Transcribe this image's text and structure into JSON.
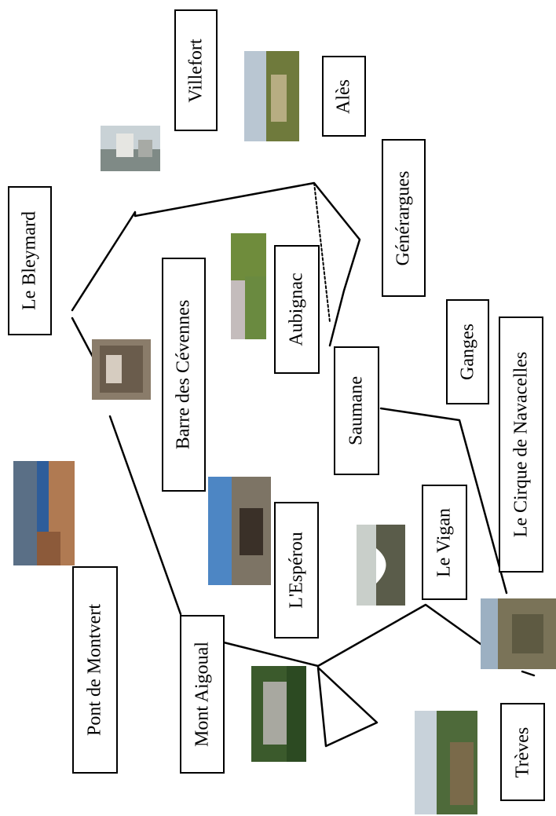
{
  "places": [
    {
      "id": "le-bleymard",
      "label": "Le Bleymard"
    },
    {
      "id": "villefort",
      "label": "Villefort"
    },
    {
      "id": "ales",
      "label": "Alès"
    },
    {
      "id": "generargues",
      "label": "Générargues"
    },
    {
      "id": "barre-des-cevennes",
      "label": "Barre des Cévennes"
    },
    {
      "id": "aubignac",
      "label": "Aubignac"
    },
    {
      "id": "saumane",
      "label": "Saumane"
    },
    {
      "id": "ganges",
      "label": "Ganges"
    },
    {
      "id": "le-cirque-de-navacelles",
      "label": "Le Cirque de Navacelles"
    },
    {
      "id": "le-vigan",
      "label": "Le Vigan"
    },
    {
      "id": "lesperou",
      "label": "L'Espérou"
    },
    {
      "id": "mont-aigoual",
      "label": "Mont Aigoual"
    },
    {
      "id": "pont-de-montvert",
      "label": "Pont de Montvert"
    },
    {
      "id": "treves",
      "label": "Trèves"
    }
  ],
  "photos": [
    {
      "id": "photo-villefort-area",
      "subject": "town view"
    },
    {
      "id": "photo-ales-landscape",
      "subject": "valley landscape"
    },
    {
      "id": "photo-aubignac-hills",
      "subject": "green hills"
    },
    {
      "id": "photo-bleymard-rock",
      "subject": "rocky village"
    },
    {
      "id": "photo-pont-de-montvert-lake",
      "subject": "lake and mountains"
    },
    {
      "id": "photo-lesperou-village",
      "subject": "village under sky"
    },
    {
      "id": "photo-le-vigan-bridge",
      "subject": "stone bridge"
    },
    {
      "id": "photo-mont-aigoual-forest",
      "subject": "forest village"
    },
    {
      "id": "photo-navacelles-cirque",
      "subject": "canyon"
    },
    {
      "id": "photo-treves-gorge",
      "subject": "gorge with trees"
    }
  ],
  "colors": {
    "line": "#000000",
    "box_border": "#000000"
  }
}
